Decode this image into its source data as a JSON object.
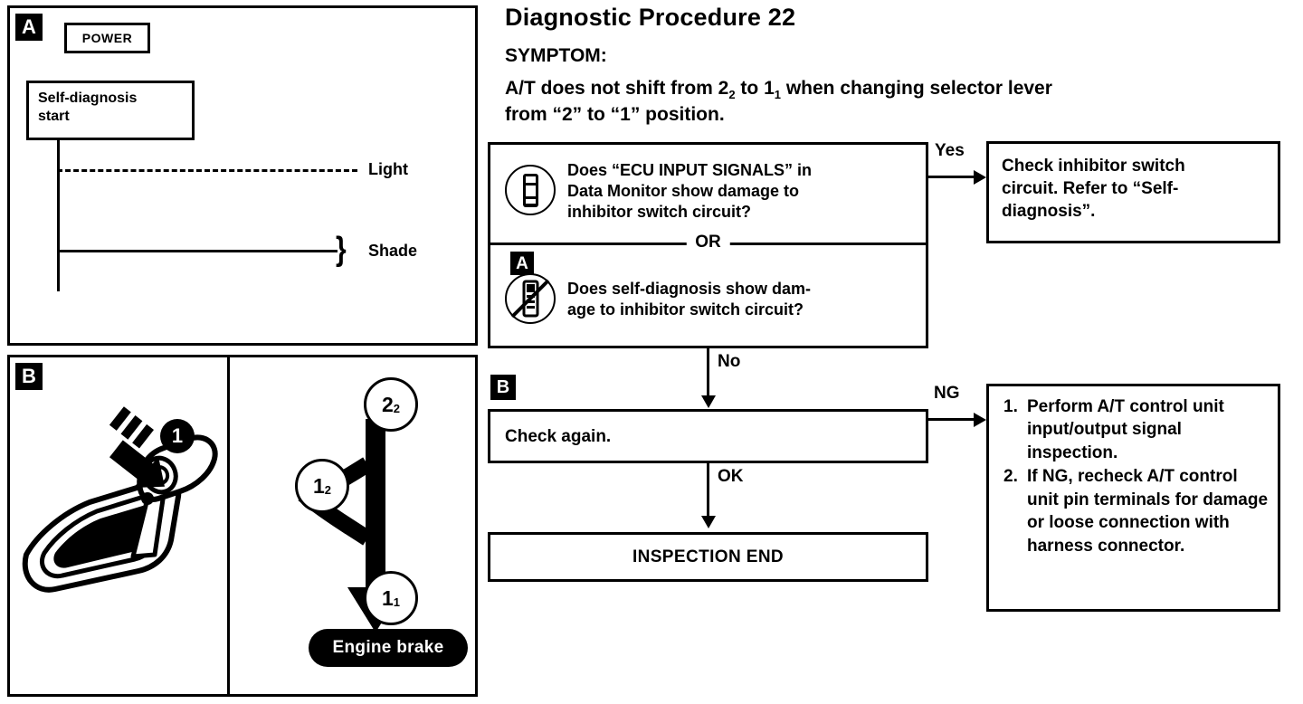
{
  "header": {
    "title": "Diagnostic Procedure 22",
    "symptom_label": "SYMPTOM:",
    "symptom_line1_a": "A/T does not shift from 2",
    "symptom_sub1": "2",
    "symptom_line1_b": " to 1",
    "symptom_sub2": "1",
    "symptom_line1_c": " when changing selector lever",
    "symptom_line2": "from “2” to “1” position."
  },
  "panel_a": {
    "badge": "A",
    "power_label": "POWER",
    "start_box": "Self-diagnosis\nstart",
    "light_label": "Light",
    "shade_label": "Shade",
    "brace_glyph": "}"
  },
  "panel_b": {
    "badge": "B",
    "callout_1": "1",
    "gear_top": "2",
    "gear_top_sub": "2",
    "gear_mid": "1",
    "gear_mid_sub": "2",
    "gear_bottom": "1",
    "gear_bottom_sub": "1",
    "engine_brake_pill": "Engine brake"
  },
  "flow": {
    "decision": {
      "question_1_line1": "Does “ECU INPUT SIGNALS” in",
      "question_1_line2": "Data Monitor show damage to",
      "question_1_line3": "inhibitor switch circuit?",
      "or_word": "OR",
      "sub_badge": "A",
      "question_2_line1": "Does self-diagnosis show dam-",
      "question_2_line2": "age to inhibitor switch circuit?",
      "icon_1_name": "scan-tool-icon",
      "icon_2_name": "scan-tool-crossed-out-icon"
    },
    "labels": {
      "yes": "Yes",
      "no": "No",
      "ok": "OK",
      "ng": "NG"
    },
    "yes_result": {
      "line1": "Check inhibitor switch",
      "line2": "circuit. Refer to “Self-",
      "line3": "diagnosis”."
    },
    "check_again": {
      "badge": "B",
      "text": "Check again."
    },
    "inspection_end": "INSPECTION END",
    "ng_result": {
      "items": [
        {
          "num": "1.",
          "text": "Perform A/T control unit input/output signal inspection."
        },
        {
          "num": "2.",
          "text": "If NG, recheck A/T control unit pin terminals for damage or loose connection with harness connector."
        }
      ]
    }
  },
  "colors": {
    "ink": "#000000",
    "paper": "#ffffff"
  }
}
